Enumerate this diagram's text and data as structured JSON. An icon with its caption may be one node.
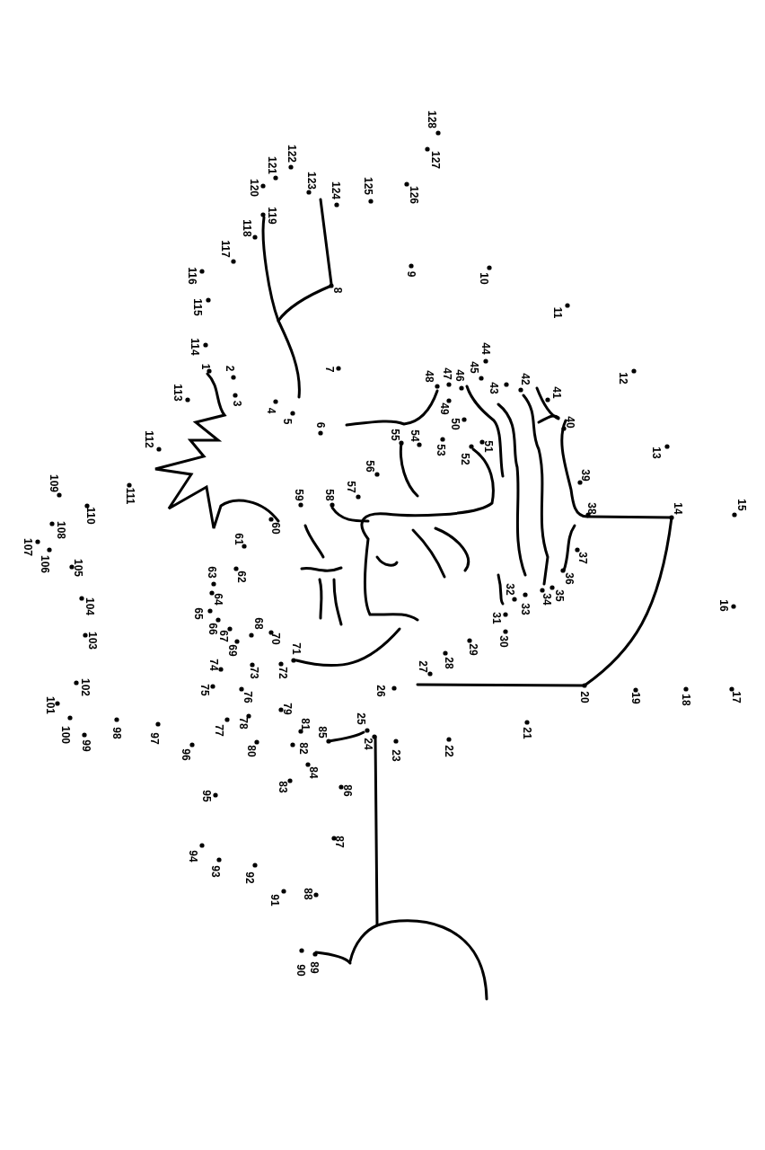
{
  "diagram": {
    "labels": [
      "1",
      "2",
      "3",
      "4",
      "5",
      "6",
      "7",
      "8",
      "9",
      "10",
      "11",
      "12",
      "13",
      "14",
      "15",
      "16",
      "17",
      "18",
      "19",
      "20",
      "21",
      "22",
      "23",
      "24",
      "25",
      "26",
      "27",
      "28",
      "29",
      "30",
      "31",
      "32",
      "33",
      "34",
      "35",
      "36",
      "37",
      "38",
      "39",
      "40",
      "41",
      "42",
      "43",
      "44",
      "45",
      "46",
      "47",
      "48",
      "49",
      "50",
      "51",
      "52",
      "53",
      "54",
      "55",
      "56",
      "57",
      "58",
      "59",
      "60",
      "61",
      "62",
      "63",
      "64",
      "65",
      "66",
      "67",
      "68",
      "69",
      "70",
      "71",
      "72",
      "73",
      "74",
      "75",
      "76",
      "77",
      "78",
      "79",
      "80",
      "81",
      "82",
      "83",
      "84",
      "85",
      "86",
      "87",
      "88",
      "89",
      "90",
      "91",
      "92",
      "93",
      "94",
      "95",
      "96",
      "97",
      "98",
      "99",
      "100",
      "101",
      "102",
      "103",
      "104",
      "105",
      "106",
      "107",
      "108",
      "109",
      "110",
      "111",
      "112",
      "113",
      "114",
      "115",
      "116",
      "117",
      "118",
      "119",
      "120",
      "121",
      "122",
      "123",
      "124",
      "125",
      "126",
      "127",
      "128"
    ]
  }
}
